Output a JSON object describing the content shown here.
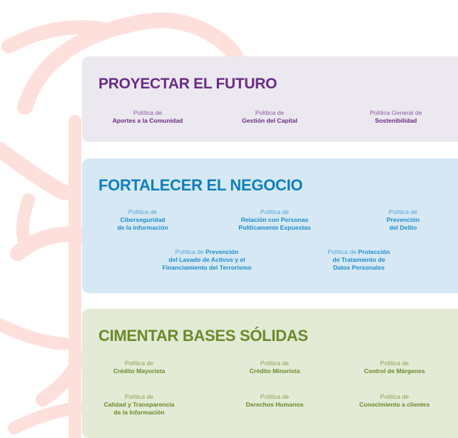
{
  "colors": {
    "decoration": "#fde0dc",
    "proyectar_bg": "#ece8ef",
    "proyectar_text": "#6a2b86",
    "fortalecer_bg": "#d6e8f3",
    "fortalecer_text": "#0f7fbd",
    "cimentar_bg": "#e3ead5",
    "cimentar_text": "#6b8a2a"
  },
  "sections": {
    "proyectar": {
      "title": "PROYECTAR EL FUTURO",
      "items": [
        {
          "prefix": "Política de",
          "name": "Aportes a la Comunidad"
        },
        {
          "prefix": "Política de",
          "name": "Gestión del Capital"
        },
        {
          "prefix": "Política General de",
          "name": "Sostenibilidad"
        }
      ]
    },
    "fortalecer": {
      "title": "FORTALECER EL NEGOCIO",
      "items": [
        {
          "prefix": "Política de",
          "name1": "Ciberseguridad",
          "name2": "de la información"
        },
        {
          "prefix": "Política de",
          "name1": "Relación con Personas",
          "name2": "Políticamente Expuestas"
        },
        {
          "prefix": "Política de",
          "name1": "Prevención",
          "name2": "del Delito"
        },
        {
          "prefix": "Política de",
          "name_inline": "Prevención",
          "name1": "del Lavado de Activos y el",
          "name2": "Financiamiento del Terrorismo"
        },
        {
          "prefix": "Política de",
          "name_inline": "Protección",
          "name1": "de Tratamiento de",
          "name2": "Datos Personales"
        }
      ]
    },
    "cimentar": {
      "title": "CIMENTAR BASES SÓLIDAS",
      "items": [
        {
          "prefix": "Política de",
          "name1": "Crédito Mayorista"
        },
        {
          "prefix": "Política de",
          "name1": "Crédito Minorista"
        },
        {
          "prefix": "Política de",
          "name1": "Control de Márgenes"
        },
        {
          "prefix": "Política de",
          "name1": "Calidad y Transparencia",
          "name2": "de la Información"
        },
        {
          "prefix": "Política de",
          "name1": "Derechos Humanos"
        },
        {
          "prefix": "Política de",
          "name1": "Conocimiento a clientes"
        }
      ]
    }
  }
}
